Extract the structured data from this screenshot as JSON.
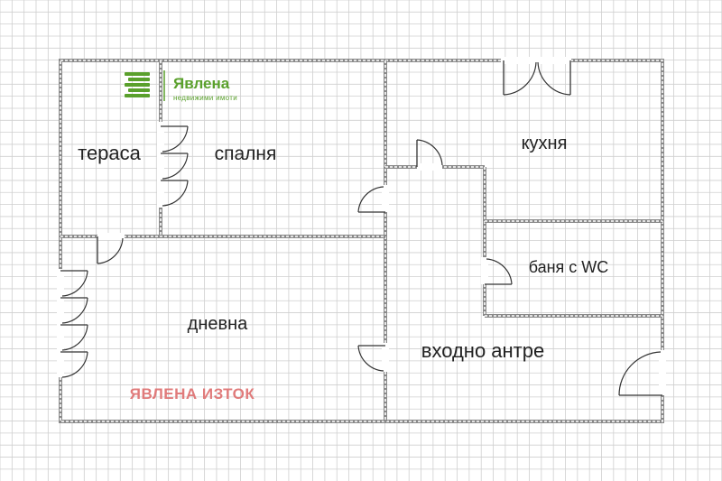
{
  "rooms": {
    "terrace": "тераса",
    "bedroom": "спалня",
    "kitchen": "кухня",
    "bathroom": "баня с WC",
    "living_room": "дневна",
    "entrance_hall": "входно антре"
  },
  "logo": {
    "brand": "Явлена",
    "tagline": "недвижими имоти",
    "color": "#5aa02c"
  },
  "watermark": {
    "text": "ЯВЛЕНА ИЗТОК",
    "color": "#e07b7b"
  },
  "colors": {
    "grid": "#cfcfcf",
    "wall": "#8a8a8a",
    "door": "#333333",
    "text": "#222222"
  }
}
